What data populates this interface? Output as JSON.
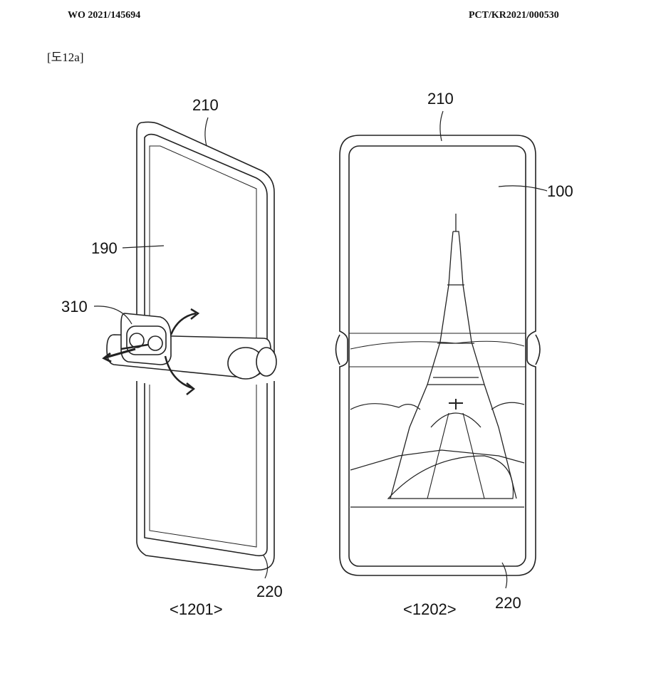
{
  "header": {
    "publication_number": "WO 2021/145694",
    "application_number": "PCT/KR2021/000530"
  },
  "figure_label": "[도12a]",
  "left_view": {
    "caption": "<1201>",
    "ref_top_housing": "210",
    "ref_rear_display": "190",
    "ref_camera_module": "310",
    "ref_bottom_housing": "220"
  },
  "right_view": {
    "caption": "<1202>",
    "ref_top_housing": "210",
    "ref_display": "100",
    "ref_bottom_housing": "220"
  }
}
